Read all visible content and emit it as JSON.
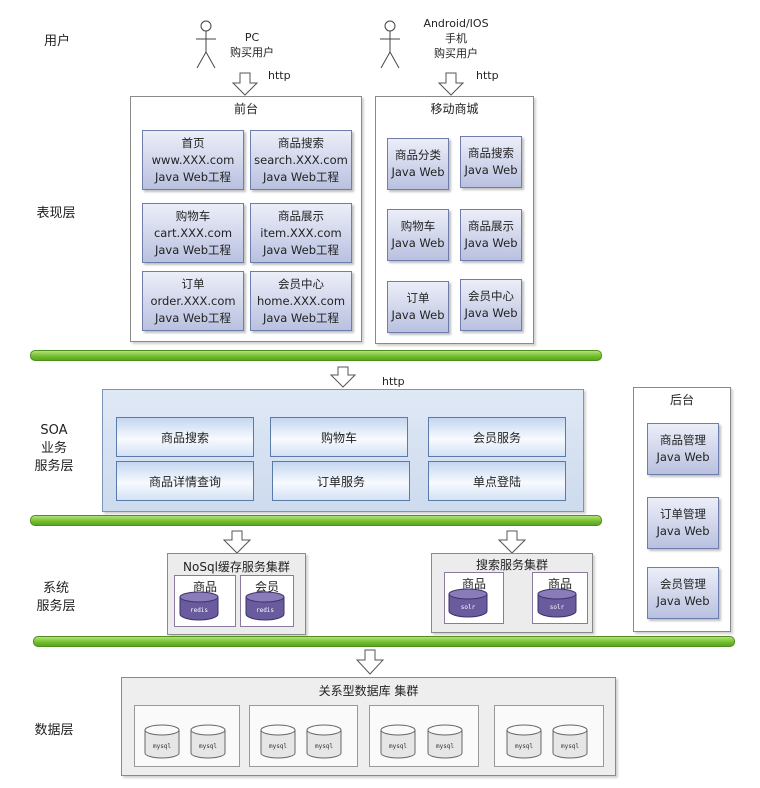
{
  "layers": {
    "user": "用户",
    "presentation": "表现层",
    "soa_line1": "SOA",
    "soa_line2": "业务",
    "soa_line3": "服务层",
    "system_line1": "系统",
    "system_line2": "服务层",
    "data": "数据层"
  },
  "users": {
    "pc_line1": "PC",
    "pc_line2": "购买用户",
    "mobile_line1": "Android/IOS",
    "mobile_line2": "手机",
    "mobile_line3": "购买用户"
  },
  "http_label": "http",
  "frontend": {
    "title": "前台",
    "cards": [
      {
        "name": "首页",
        "domain": "www.XXX.com",
        "tech": "Java Web工程"
      },
      {
        "name": "商品搜索",
        "domain": "search.XXX.com",
        "tech": "Java Web工程"
      },
      {
        "name": "购物车",
        "domain": "cart.XXX.com",
        "tech": "Java Web工程"
      },
      {
        "name": "商品展示",
        "domain": "item.XXX.com",
        "tech": "Java Web工程"
      },
      {
        "name": "订单",
        "domain": "order.XXX.com",
        "tech": "Java Web工程"
      },
      {
        "name": "会员中心",
        "domain": "home.XXX.com",
        "tech": "Java Web工程"
      }
    ]
  },
  "mobile": {
    "title": "移动商城",
    "cards": [
      {
        "name": "商品分类",
        "tech": "Java Web"
      },
      {
        "name": "商品搜索",
        "tech": "Java Web"
      },
      {
        "name": "购物车",
        "tech": "Java Web"
      },
      {
        "name": "商品展示",
        "tech": "Java Web"
      },
      {
        "name": "订单",
        "tech": "Java Web"
      },
      {
        "name": "会员中心",
        "tech": "Java Web"
      }
    ]
  },
  "soa": {
    "services": [
      "商品搜索",
      "购物车",
      "会员服务",
      "商品详情查询",
      "订单服务",
      "单点登陆"
    ]
  },
  "backend": {
    "title": "后台",
    "cards": [
      {
        "name": "商品管理",
        "tech": "Java Web"
      },
      {
        "name": "订单管理",
        "tech": "Java Web"
      },
      {
        "name": "会员管理",
        "tech": "Java Web"
      }
    ]
  },
  "nosql": {
    "title": "NoSql缓存服务集群",
    "nodes": [
      {
        "label": "商品",
        "db": "redis"
      },
      {
        "label": "会员",
        "db": "redis"
      }
    ]
  },
  "search_cluster": {
    "title": "搜索服务集群",
    "nodes": [
      {
        "label": "商品",
        "db": "solr"
      },
      {
        "label": "商品",
        "db": "solr"
      }
    ]
  },
  "database": {
    "title": "关系型数据库 集群",
    "db_label": "mysql",
    "group_count": 4
  },
  "colors": {
    "bus_green": "#6fbe2a",
    "card_blue": "#b9c1e0",
    "cylinder_purple": "#6a5a9e"
  }
}
